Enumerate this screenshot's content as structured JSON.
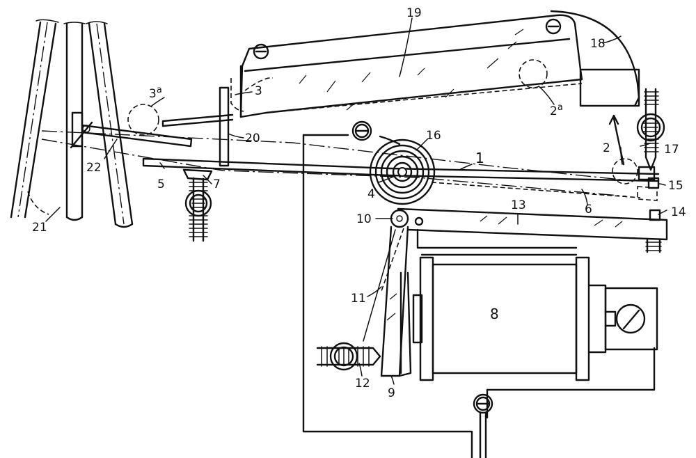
{
  "references": {
    "r1": "1",
    "r2": "2",
    "r2a": "2",
    "r2a_sup": "a",
    "r3": "3",
    "r3a": "3",
    "r3a_sup": "a",
    "r4": "4",
    "r5": "5",
    "r6": "6",
    "r7": "7",
    "r8": "8",
    "r9": "9",
    "r10": "10",
    "r11": "11",
    "r12": "12",
    "r13": "13",
    "r14": "14",
    "r15": "15",
    "r16": "16",
    "r17": "17",
    "r18": "18",
    "r19": "19",
    "r20": "20",
    "r21": "21",
    "r22": "22"
  }
}
